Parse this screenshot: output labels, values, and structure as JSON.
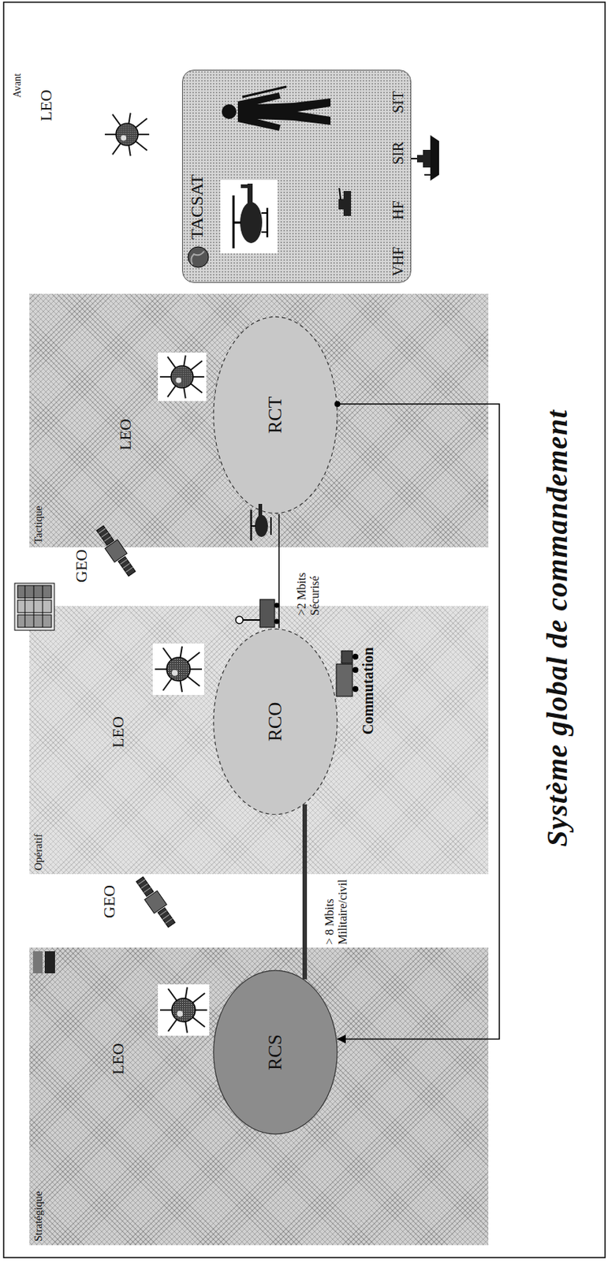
{
  "diagram": {
    "caption": "Système global de commandement",
    "nodes": [
      {
        "text": [
          "Stratégique"
        ]
      },
      {
        "text": [
          "RCS"
        ],
        "in": 0
      },
      {
        "text": [
          "Opératif"
        ]
      },
      {
        "text": [
          "RCO"
        ],
        "in": 2
      },
      {
        "text": [
          "Tactique"
        ]
      },
      {
        "text": [
          "RCT"
        ],
        "in": 4
      },
      {
        "text": [
          "TACSAT",
          "VHF",
          "HF",
          "SIR",
          "SIT"
        ]
      }
    ],
    "edges": [
      {
        "from": 1,
        "to": 3,
        "arrow": "none",
        "label": "> 8 Mbits Militaire/civil"
      },
      {
        "from": 3,
        "to": 5,
        "arrow": "none",
        "label": ">2 Mbits Sécurisé"
      },
      {
        "from": 5,
        "to": 1,
        "arrow": "to"
      }
    ],
    "labels": [
      "LEO",
      "GEO",
      "LEO",
      "Commutation",
      "GEO",
      "LEO",
      "Avant",
      "LEO"
    ]
  }
}
